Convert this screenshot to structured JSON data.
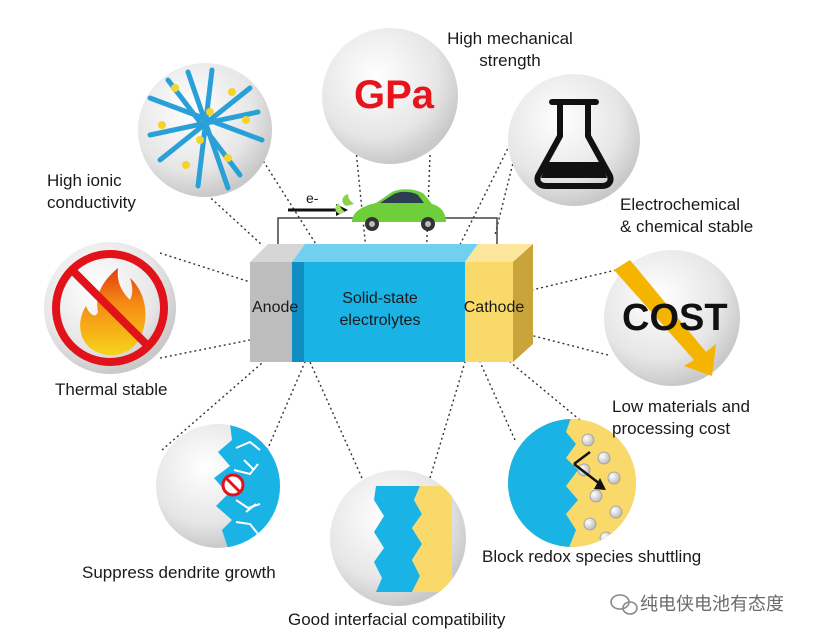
{
  "battery": {
    "anode_label": "Anode",
    "electrolyte_label_1": "Solid-state",
    "electrolyte_label_2": "electrolytes",
    "cathode_label": "Cathode",
    "electron_label": "e-"
  },
  "features": {
    "ionic_1": "High ionic",
    "ionic_2": "conductivity",
    "mechanical_1": "High mechanical",
    "mechanical_2": "strength",
    "gpa_text": "GPa",
    "electrochem_1": "Electrochemical",
    "electrochem_2": "& chemical stable",
    "thermal": "Thermal stable",
    "cost_text": "COST",
    "cost_1": "Low materials and",
    "cost_2": "processing cost",
    "dendrite": "Suppress dendrite growth",
    "interfacial": "Good interfacial compatibility",
    "shuttling": "Block redox species shuttling"
  },
  "watermark": "纯电侠电池有态度",
  "colors": {
    "electrolyte": "#1ab3e6",
    "cathode": "#f8d96a",
    "anode": "#bdbdbd",
    "gpa_red": "#e8141b",
    "cost_arrow": "#f5b400"
  }
}
